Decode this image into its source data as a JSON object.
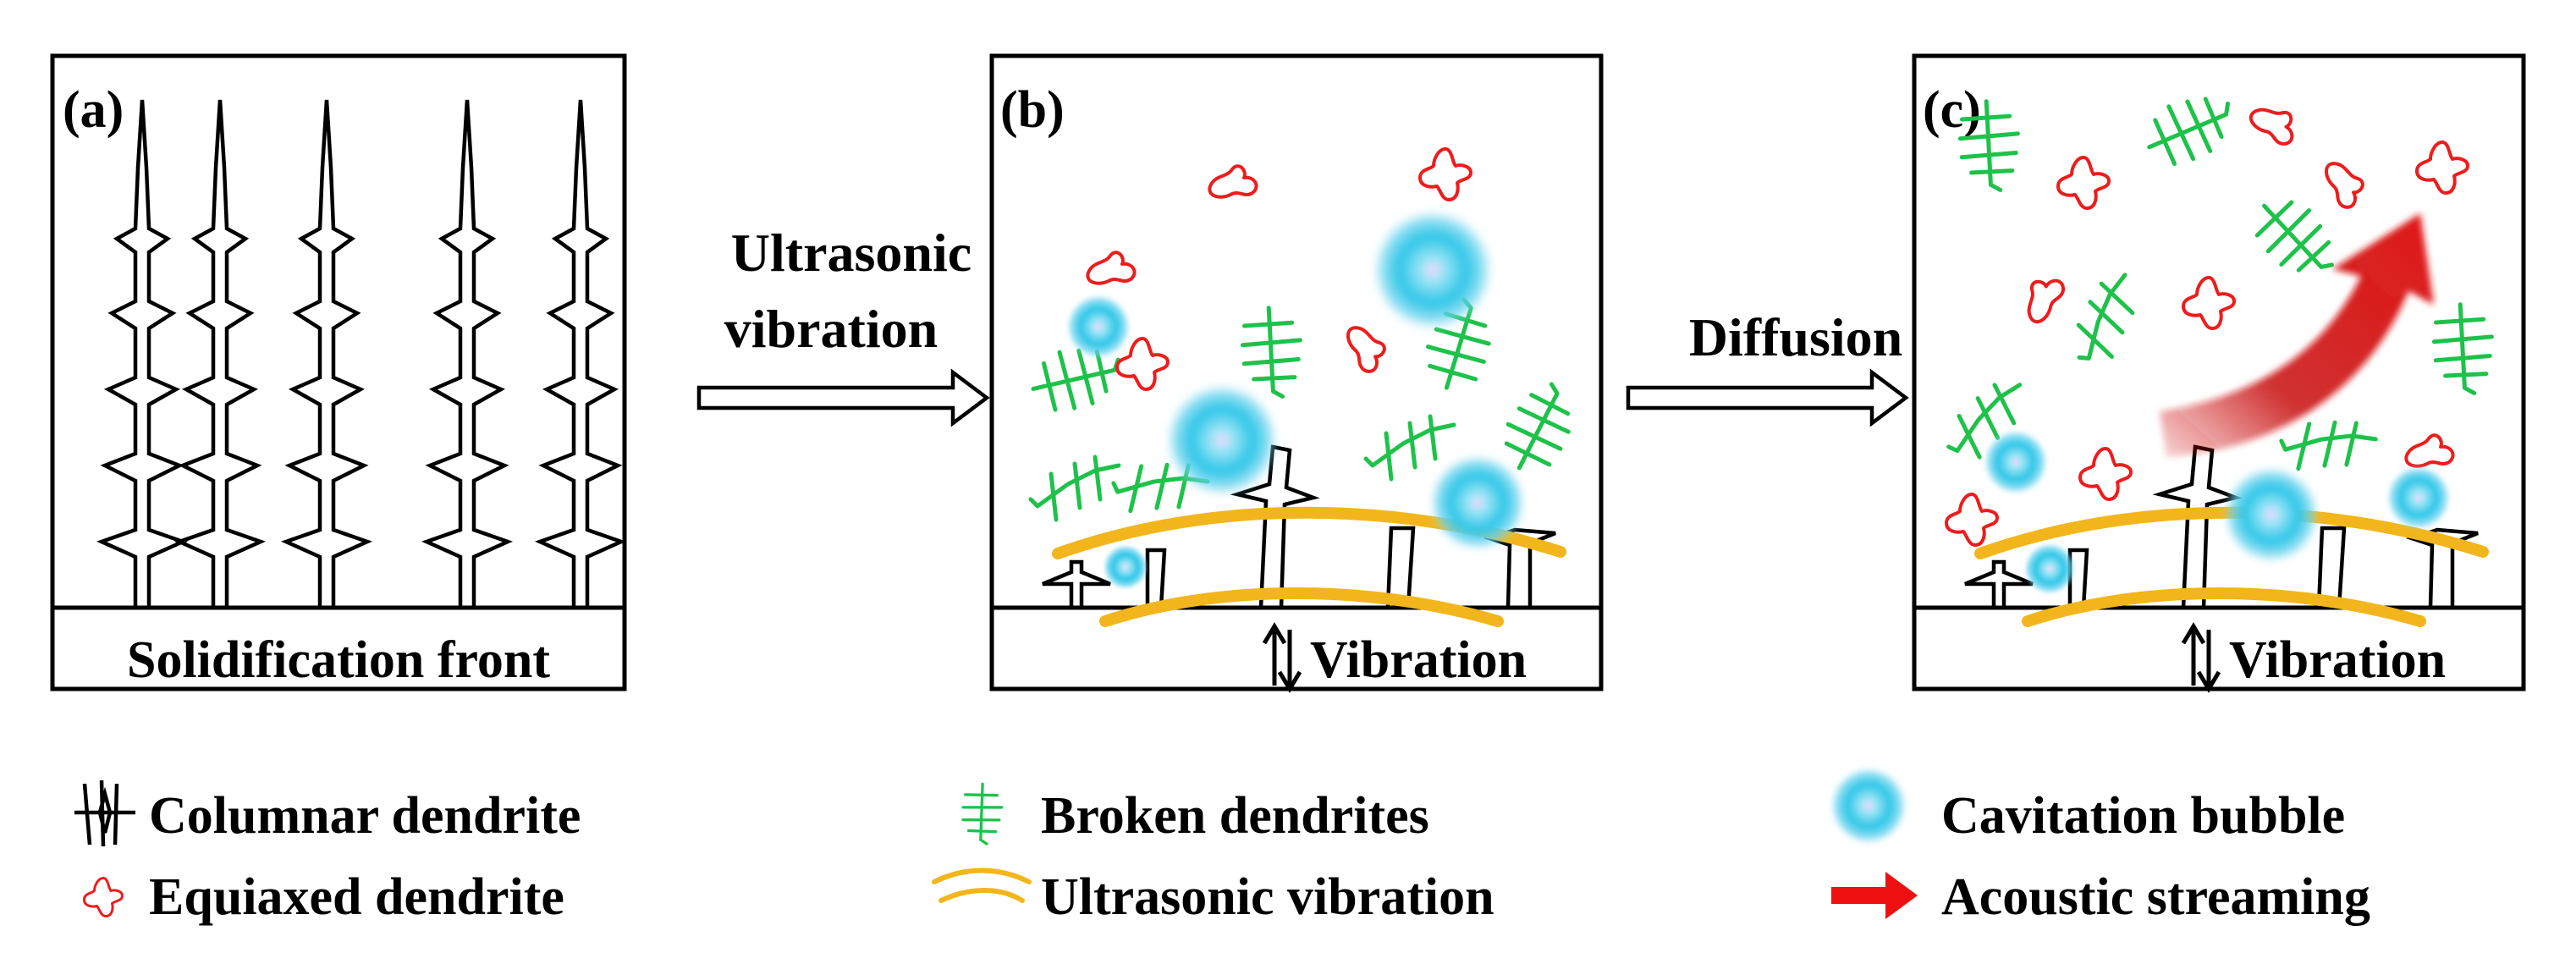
{
  "panels": {
    "a": {
      "label": "(a)",
      "floor_caption": "Solidification front"
    },
    "b": {
      "label": "(b)",
      "floor_caption": "Vibration"
    },
    "c": {
      "label": "(c)",
      "floor_caption": "Vibration"
    }
  },
  "transitions": {
    "ab": {
      "line1": "Ultrasonic",
      "line2": "vibration"
    },
    "bc": {
      "line1": "Diffusion"
    }
  },
  "legend": {
    "columnar": "Columnar dendrite",
    "equiaxed": "Equiaxed dendrite",
    "broken": "Broken dendrites",
    "ultrasonic": "Ultrasonic vibration",
    "bubble": "Cavitation bubble",
    "streaming": "Acoustic streaming"
  },
  "colors": {
    "broken_dendrite": "#1ec24a",
    "equiaxed_dendrite": "#ee1c1c",
    "ultrasonic_wave": "#f2b61c",
    "cavitation_bubble": "#2ec6e8",
    "acoustic_streaming": "#d01010"
  }
}
